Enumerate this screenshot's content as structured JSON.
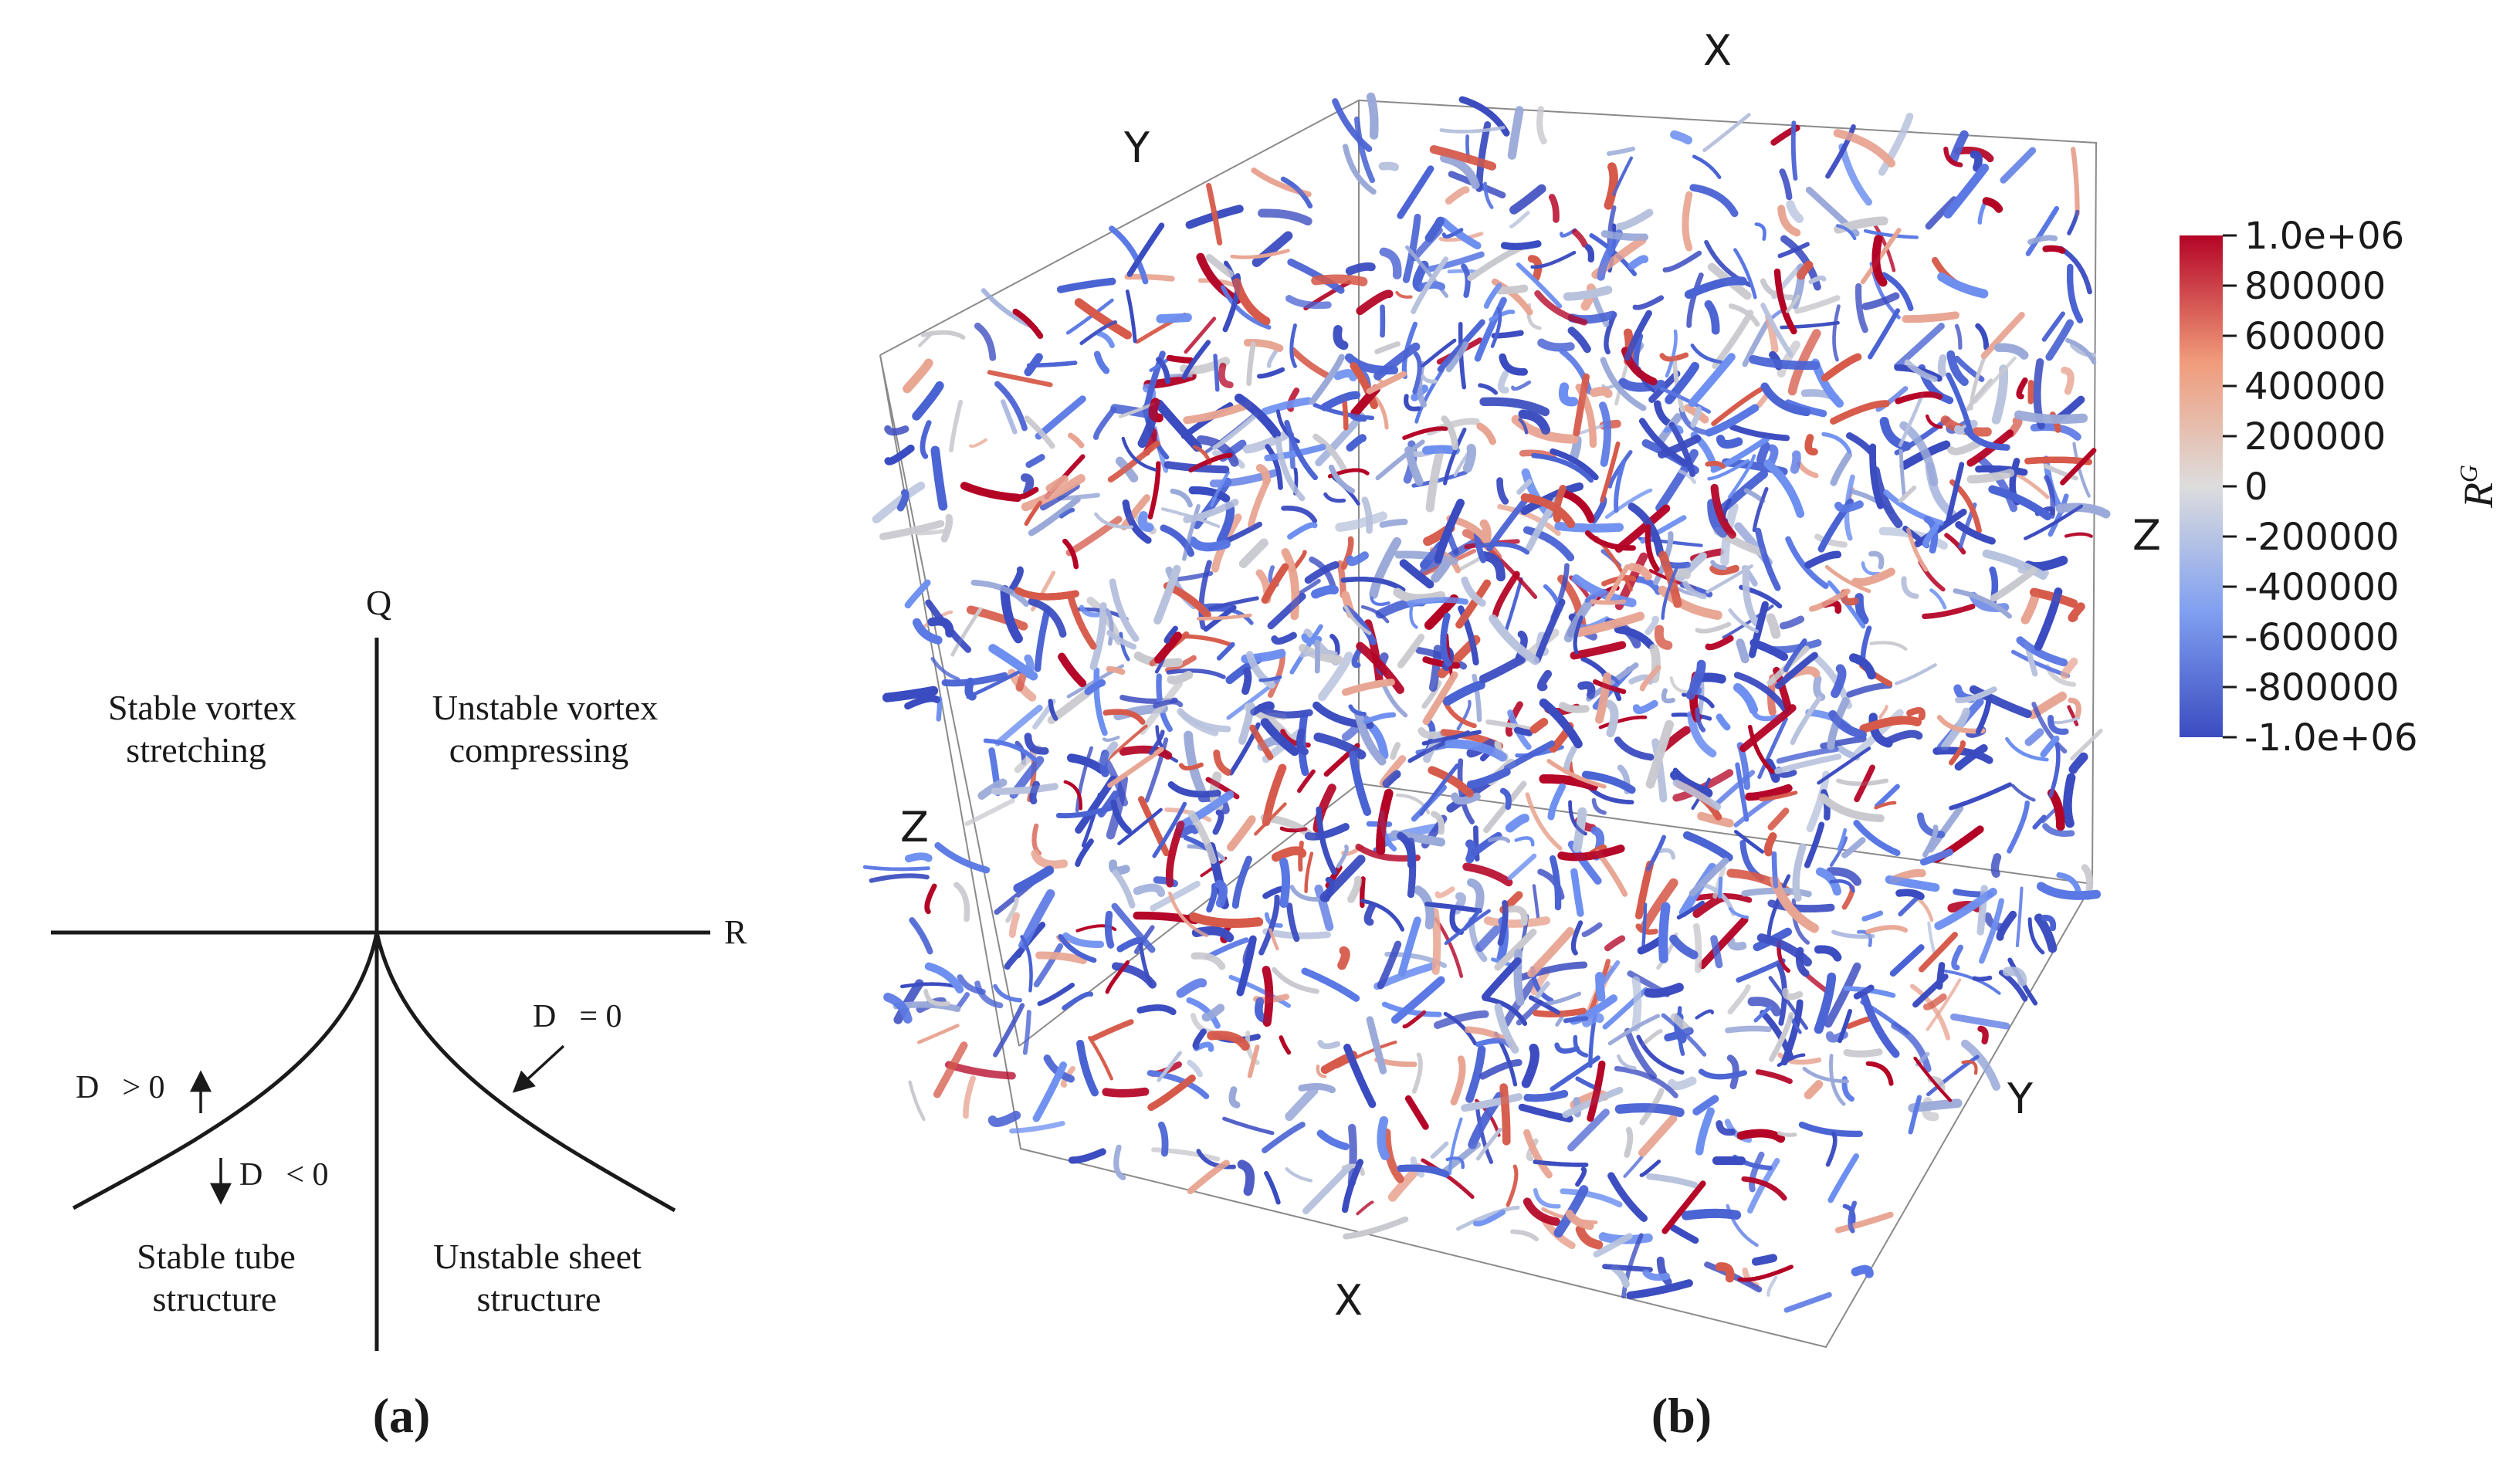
{
  "panel_a": {
    "caption": "(a)",
    "axis_q": "Q",
    "axis_r": "R",
    "region_tl": [
      "Stable vortex",
      "stretching"
    ],
    "region_tr": [
      "Unstable vortex",
      "compressing"
    ],
    "region_bl": [
      "Stable tube",
      "structure"
    ],
    "region_br": [
      "Unstable sheet",
      "structure"
    ],
    "label_d_eq": "D",
    "label_d_eq_rel": "= 0",
    "label_d_gt": "D",
    "label_d_gt_rel": "> 0",
    "label_d_lt": "D",
    "label_d_lt_rel": "< 0"
  },
  "panel_b": {
    "caption": "(b)",
    "axis_x_top": "X",
    "axis_x_bottom": "X",
    "axis_y_top": "Y",
    "axis_y_right": "Y",
    "axis_z_left": "Z",
    "axis_z_right": "Z",
    "colorbar_title": "R",
    "colorbar_title_sup": "G",
    "colorbar_ticks": [
      "1.0e+06",
      "800000",
      "600000",
      "400000",
      "200000",
      "0",
      "-200000",
      "-400000",
      "-600000",
      "-800000",
      "-1.0e+06"
    ],
    "colors": {
      "high": "#b40426",
      "mid": "#dddddd",
      "low": "#3b4cc0"
    }
  }
}
